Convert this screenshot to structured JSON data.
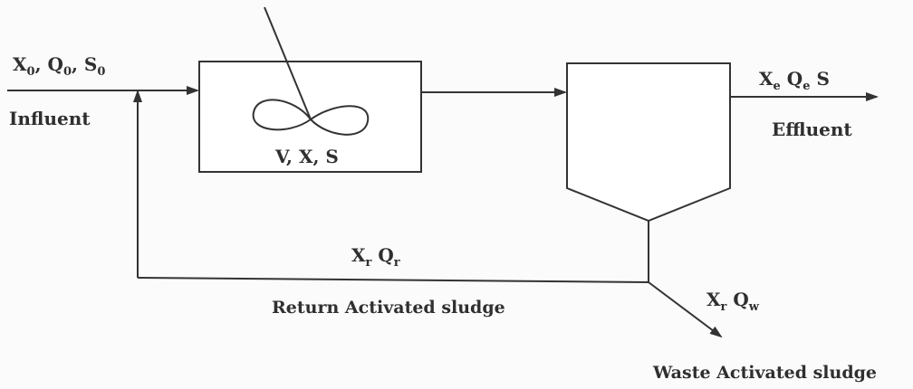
{
  "labels": {
    "influent_vars": {
      "x": "X",
      "x_sub": "0",
      "q": "Q",
      "q_sub": "0",
      "s": "S",
      "s_sub": "0"
    },
    "influent": "Influent",
    "reactor_vars": "V, X, S",
    "effluent_vars": {
      "x": "X",
      "x_sub": "e",
      "q": "Q",
      "q_sub": "e",
      "s": "S"
    },
    "effluent": "Effluent",
    "return_vars": {
      "x": "X",
      "x_sub": "r",
      "q": "Q",
      "q_sub": "r"
    },
    "return_sludge": "Return Activated sludge",
    "waste_vars": {
      "x": "X",
      "x_sub": "r",
      "q": "Q",
      "q_sub": "w"
    },
    "waste_sludge": "Waste Activated sludge"
  }
}
